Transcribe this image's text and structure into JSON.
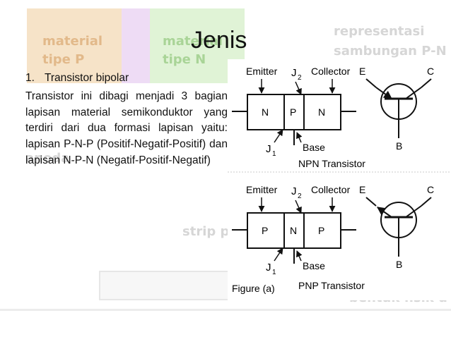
{
  "slide": {
    "title": "Jenis",
    "list_number": "1.",
    "list_item": "Transistor bipolar",
    "paragraph": "Transistor ini dibagi menjadi 3 bagian lapisan material semikonduktor yang terdiri dari dua formasi lapisan yaitu: lapisan P-N-P (Positif-Negatif-Positif) dan lapisan N-P-N (Negatif-Positif-Negatif)"
  },
  "background_slide": {
    "label_p_line1": "material",
    "label_p_line2": "tipe P",
    "label_n_line1": "material",
    "label_n_line2": "tipe N",
    "right_line1": "representasi",
    "right_line2": "sambungan P-N",
    "left_fragment": "anoda",
    "strip_fragment": "strip p",
    "bottom_fragment": "bentuk fisik d"
  },
  "figure": {
    "npn": {
      "emitter": "Emitter",
      "j2": "J",
      "j2_sub": "2",
      "collector": "Collector",
      "layer_left": "N",
      "layer_mid": "P",
      "layer_right": "N",
      "j1": "J",
      "j1_sub": "1",
      "base": "Base",
      "caption": "NPN Transistor",
      "sym_e": "E",
      "sym_c": "C",
      "sym_b": "B"
    },
    "pnp": {
      "emitter": "Emitter",
      "j2": "J",
      "j2_sub": "2",
      "collector": "Collector",
      "layer_left": "P",
      "layer_mid": "N",
      "layer_right": "P",
      "j1": "J",
      "j1_sub": "1",
      "base": "Base",
      "caption": "PNP Transistor",
      "sym_e": "E",
      "sym_c": "C",
      "sym_b": "B"
    },
    "figure_label": "Figure (a)"
  }
}
